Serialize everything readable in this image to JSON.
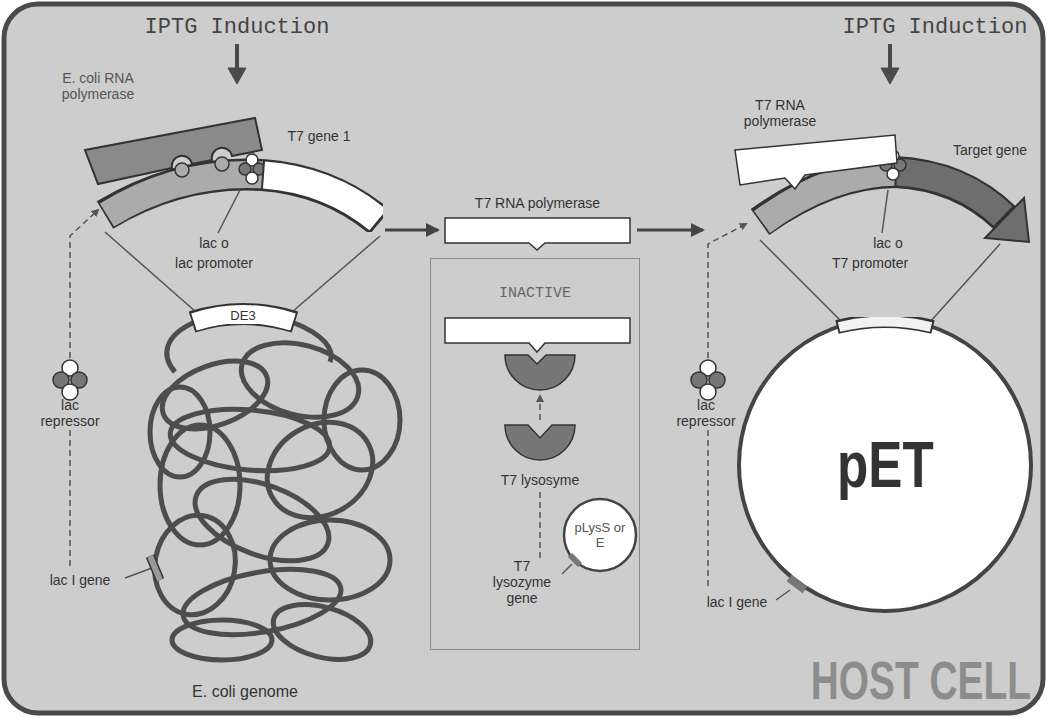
{
  "diagram": {
    "nodes": [
      {
        "text": [
          "HOST CELL"
        ]
      },
      {
        "text": [
          "T7 gene 1"
        ],
        "in": 0
      },
      {
        "text": [
          "T7 RNA polymerase"
        ],
        "in": 0
      },
      {
        "text": [
          "INACTIVE"
        ],
        "in": 0
      },
      {
        "text": [
          "pLysS or E"
        ],
        "in": 0
      },
      {
        "text": [
          "T7 RNA polymerase"
        ],
        "in": 0
      },
      {
        "text": [
          "pET"
        ],
        "in": 0
      }
    ],
    "edges": [
      {
        "from": 1,
        "to": 2,
        "arrow": "to"
      },
      {
        "from": 2,
        "to": 5,
        "arrow": "to"
      }
    ],
    "labels": [
      "IPTG Induction",
      "E. coli RNA polymerase",
      "lac o",
      "lac promoter",
      "DE3",
      "lac repressor",
      "lac I gene",
      "E. coli genome",
      "T7 lysosyme",
      "T7 lysozyme gene",
      "IPTG Induction",
      "Target gene",
      "lac o",
      "T7 promoter",
      "lac repressor",
      "lac I gene"
    ]
  }
}
